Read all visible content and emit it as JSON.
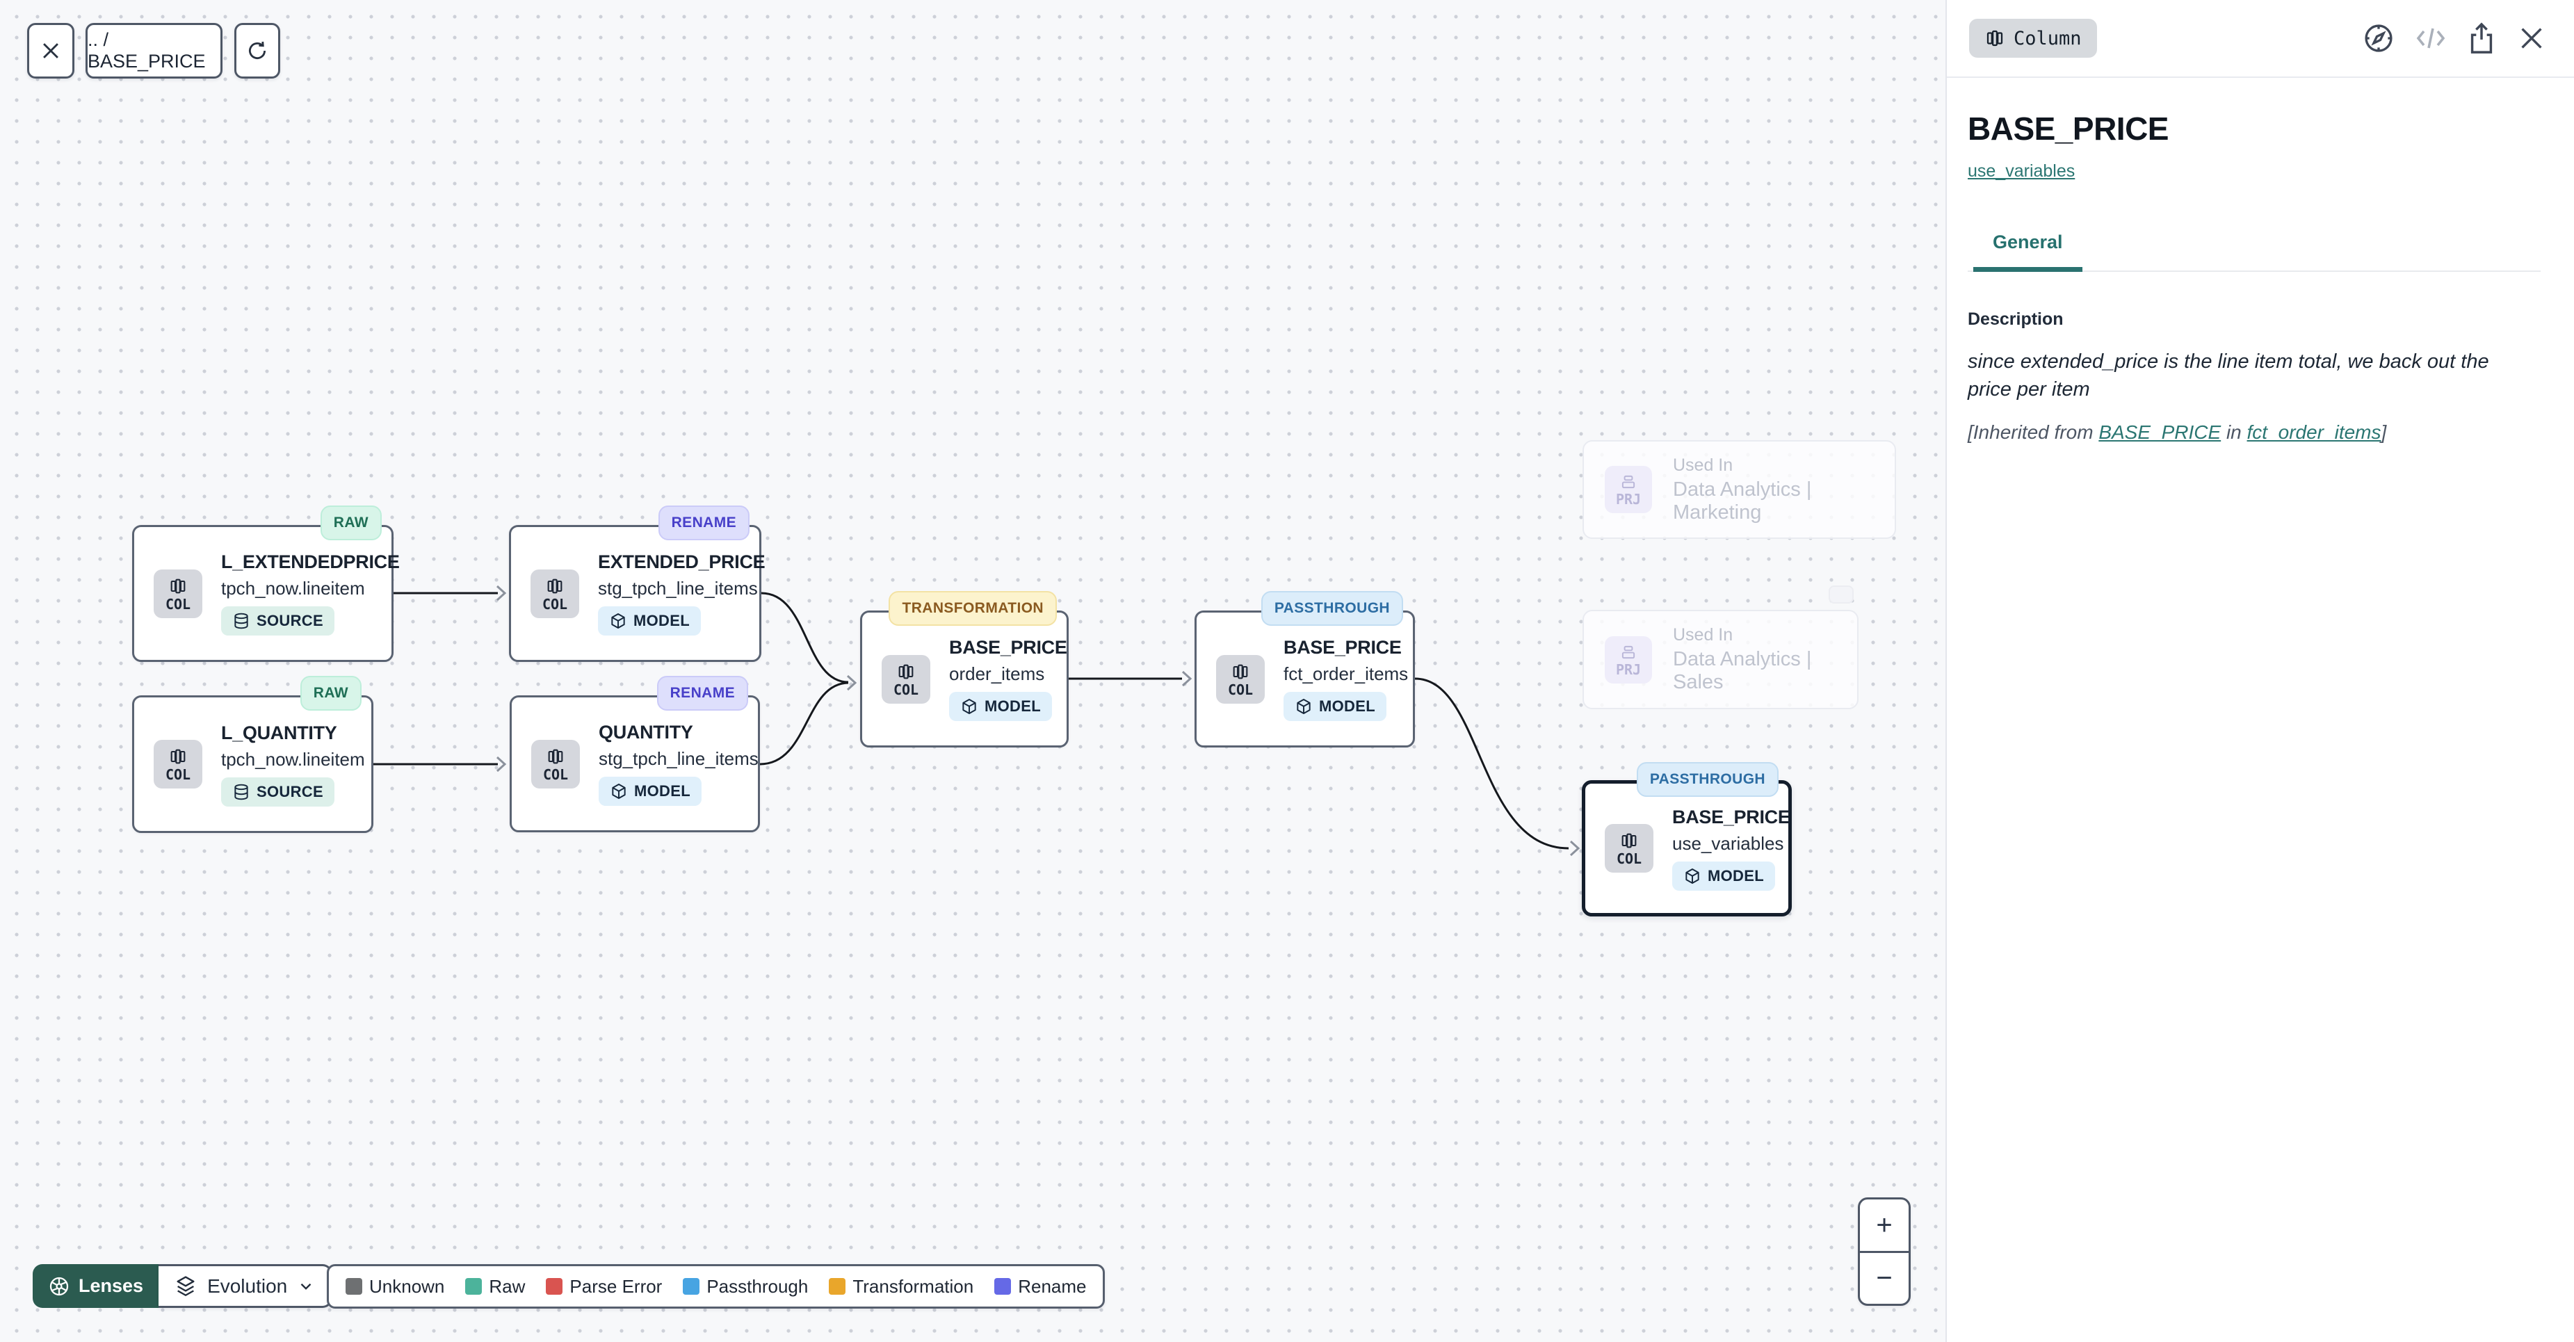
{
  "toolbar": {
    "breadcrumb": ".. / BASE_PRICE"
  },
  "graph": {
    "nodes": [
      {
        "badge": "RAW",
        "badge_type": "raw",
        "kind": "COL",
        "title": "L_EXTENDEDPRICE",
        "subtitle": "tpch_now.lineitem",
        "chip": "SOURCE",
        "chip_type": "source"
      },
      {
        "badge": "RENAME",
        "badge_type": "rename",
        "kind": "COL",
        "title": "EXTENDED_PRICE",
        "subtitle": "stg_tpch_line_items",
        "chip": "MODEL",
        "chip_type": "model"
      },
      {
        "badge": "RAW",
        "badge_type": "raw",
        "kind": "COL",
        "title": "L_QUANTITY",
        "subtitle": "tpch_now.lineitem",
        "chip": "SOURCE",
        "chip_type": "source"
      },
      {
        "badge": "RENAME",
        "badge_type": "rename",
        "kind": "COL",
        "title": "QUANTITY",
        "subtitle": "stg_tpch_line_items",
        "chip": "MODEL",
        "chip_type": "model"
      },
      {
        "badge": "TRANSFORMATION",
        "badge_type": "transformation",
        "kind": "COL",
        "title": "BASE_PRICE",
        "subtitle": "order_items",
        "chip": "MODEL",
        "chip_type": "model"
      },
      {
        "badge": "PASSTHROUGH",
        "badge_type": "passthrough",
        "kind": "COL",
        "title": "BASE_PRICE",
        "subtitle": "fct_order_items",
        "chip": "MODEL",
        "chip_type": "model"
      },
      {
        "badge": "PASSTHROUGH",
        "badge_type": "passthrough",
        "kind": "COL",
        "title": "BASE_PRICE",
        "subtitle": "use_variables",
        "chip": "MODEL",
        "chip_type": "model",
        "selected": true
      }
    ],
    "used_in": [
      {
        "kind": "PRJ",
        "label": "Used In",
        "name": "Data Analytics | Marketing"
      },
      {
        "kind": "PRJ",
        "label": "Used In",
        "name": "Data Analytics | Sales"
      }
    ]
  },
  "lenses": {
    "button_label": "Lenses",
    "mode_label": "Evolution"
  },
  "legend": {
    "items": [
      {
        "label": "Unknown",
        "color": "#6e7072"
      },
      {
        "label": "Raw",
        "color": "#4cb39b"
      },
      {
        "label": "Parse Error",
        "color": "#d95450"
      },
      {
        "label": "Passthrough",
        "color": "#47a4e2"
      },
      {
        "label": "Transformation",
        "color": "#e9a62b"
      },
      {
        "label": "Rename",
        "color": "#6569e6"
      }
    ]
  },
  "zoom_controls": {
    "zoom_in": "+",
    "zoom_out": "−"
  },
  "panel": {
    "type_chip": "Column",
    "title": "BASE_PRICE",
    "subtitle_link": "use_variables",
    "tabs": [
      {
        "label": "General",
        "active": true
      }
    ],
    "description": {
      "label": "Description",
      "body": "since extended_price is the line item total, we back out the price per item",
      "inherited_prefix": "[Inherited from ",
      "inherited_link_column": "BASE_PRICE",
      "inherited_middle": " in ",
      "inherited_link_model": "fct_order_items",
      "inherited_suffix": "]"
    }
  },
  "accent_colors": {
    "teal_accent": "#2a7270",
    "lenses_green": "#2b5b50"
  }
}
